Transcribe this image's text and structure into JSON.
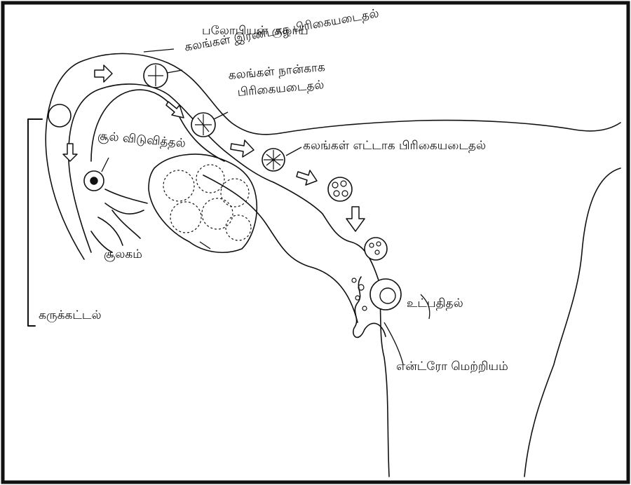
{
  "labels": {
    "fallopian_tube": "பலோபியன் குழாய்",
    "two_cell_division": "கலங்கள் இரண்டாக பிரிகையடைதல்",
    "four_cell_line1": "கலங்கள் நான்காக",
    "four_cell_line2": "பிரிகையடைதல்",
    "ovulation": "சூல் விடுவித்தல்",
    "eight_cell_division": "கலங்கள் எட்டாக பிரிகையடைதல்",
    "ovary": "சூலகம்",
    "implantation": "உட்பதிதல்",
    "fertilization": "கருக்கட்டல்",
    "endometrium": "என்ட்ரோ மெற்றியம்"
  }
}
